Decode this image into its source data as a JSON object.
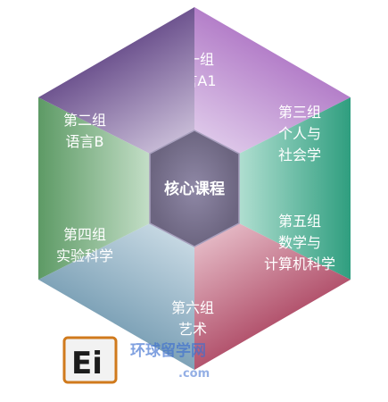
{
  "segments": [
    {
      "id": "group1",
      "lines": [
        "第一组",
        "语言A1"
      ],
      "color_outer": "#b47fc9",
      "color_inner": "#e4d3ee"
    },
    {
      "id": "group3",
      "lines": [
        "第三组",
        "个人与",
        "社会学"
      ],
      "color_outer": "#2f9e7f",
      "color_inner": "#bfe6da"
    },
    {
      "id": "group5",
      "lines": [
        "第五组",
        "数学与",
        "计算机科学"
      ],
      "color_outer": "#b3546e",
      "color_inner": "#ecc8d2"
    },
    {
      "id": "group6",
      "lines": [
        "第六组",
        "艺术"
      ],
      "color_outer": "#7fa3b8",
      "color_inner": "#d2e1ea"
    },
    {
      "id": "group4",
      "lines": [
        "第四组",
        "实验科学"
      ],
      "color_outer": "#5d9a65",
      "color_inner": "#cfe6d2"
    },
    {
      "id": "group2",
      "lines": [
        "第二组",
        "语言B"
      ],
      "color_outer": "#6f5590",
      "color_inner": "#d6cce2"
    }
  ],
  "core": {
    "label": "核心课程",
    "color": "#6c6580"
  },
  "watermark": {
    "logo_text": "Ei",
    "site_text": "环球留学网",
    "domain_text": ".com"
  }
}
